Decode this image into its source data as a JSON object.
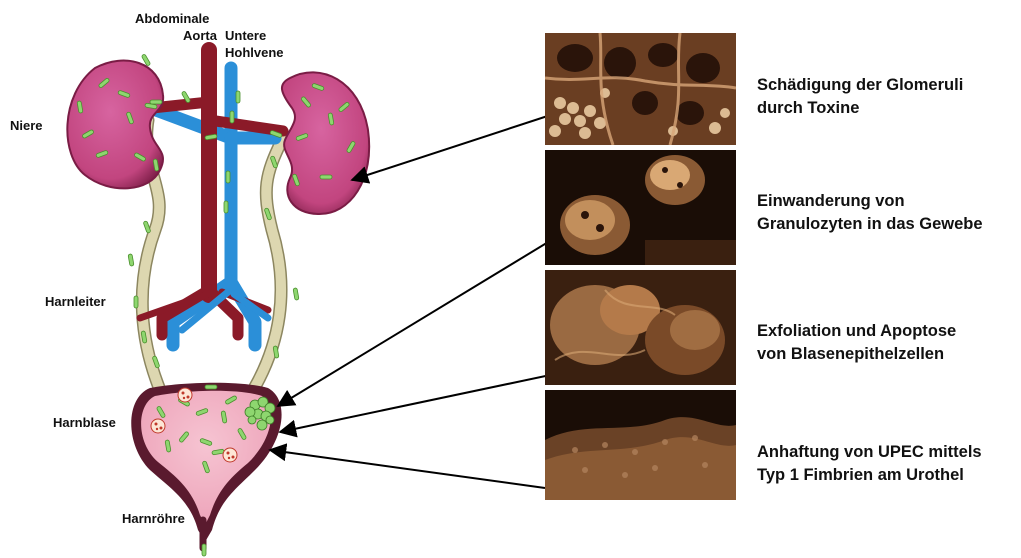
{
  "anatomy_labels": {
    "aorta_line1": "Abdominale",
    "aorta_line2": "Aorta",
    "vena_line1": "Untere",
    "vena_line2": "Hohlvene",
    "kidney": "Niere",
    "ureter": "Harnleiter",
    "bladder": "Harnblase",
    "urethra": "Harnröhre"
  },
  "panels": [
    {
      "line1": "Schädigung der Glomeruli",
      "line2": "durch Toxine",
      "image_icon": "glomeruli-micrograph"
    },
    {
      "line1": "Einwanderung von",
      "line2": "Granulozyten in das Gewebe",
      "image_icon": "granulocytes-micrograph"
    },
    {
      "line1": "Exfoliation und Apoptose",
      "line2": "von Blasenepithelzellen",
      "image_icon": "exfoliation-micrograph"
    },
    {
      "line1": "Anhaftung von UPEC mittels",
      "line2": "Typ 1 Fimbrien am Urothel",
      "image_icon": "fimbriae-micrograph"
    }
  ],
  "colors": {
    "kidney": "#c2457f",
    "bladder_wall": "#5a1a2e",
    "bladder_fill": "#f3b3c5",
    "aorta": "#8b1a28",
    "vena": "#2b8fd8",
    "ureter": "#ddd7b0",
    "bacteria": "#8ed66f",
    "micrograph": "#b47a4a"
  }
}
